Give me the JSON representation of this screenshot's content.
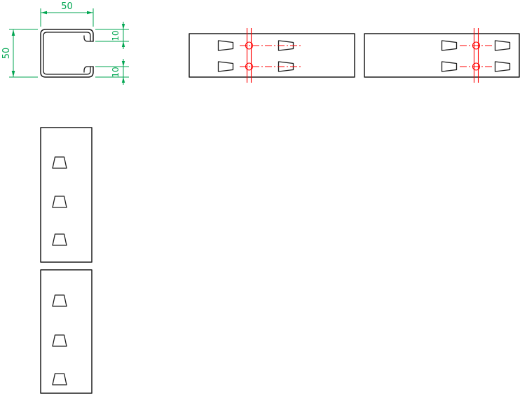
{
  "drawing": {
    "colors": {
      "background": "#ffffff",
      "outline": "#1d1d1d",
      "dimension": "#00a651",
      "centerline": "#ff0000"
    },
    "section": {
      "width_dim": "50",
      "height_dim": "50",
      "lip_dim_top": "10",
      "lip_dim_bottom": "10"
    }
  }
}
